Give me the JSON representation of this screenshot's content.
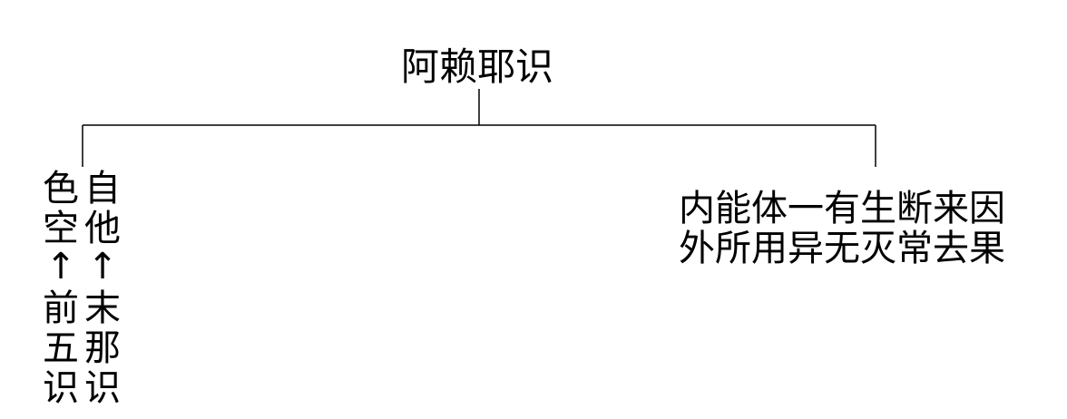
{
  "root": {
    "title": "阿赖耶识"
  },
  "left_branch": {
    "col_left_top": [
      "色",
      "空"
    ],
    "col_right_top": [
      "自",
      "他"
    ],
    "arrow_left": "↑",
    "arrow_right": "↑",
    "col_left_bottom": [
      "前",
      "五",
      "识"
    ],
    "col_right_bottom": [
      "末",
      "那",
      "识"
    ]
  },
  "right_branch": {
    "line1": "内能体一有生断来因",
    "line2": "外所用异无灭常去果"
  },
  "colors": {
    "line": "#000000",
    "text": "#000000",
    "background": "#ffffff"
  }
}
